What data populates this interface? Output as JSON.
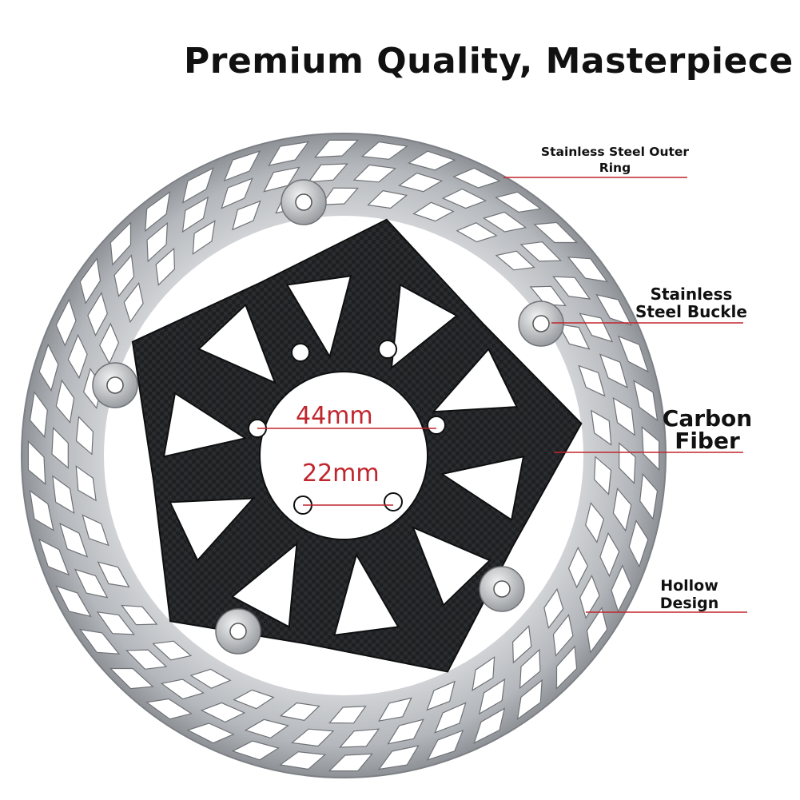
{
  "title": "Premium Quality, Masterpiece",
  "labels": {
    "outer_ring_line1": "Stainless Steel Outer",
    "outer_ring_line2": "Ring",
    "buckle_line1": "Stainless",
    "buckle_line2": "Steel Buckle",
    "carbon_line1": "Carbon",
    "carbon_line2": "Fiber",
    "hollow_line1": "Hollow",
    "hollow_line2": "Design"
  },
  "dimensions": {
    "outer_pcd": "44mm",
    "inner_pcd": "22mm"
  },
  "colors": {
    "accent_line": "#c0262d",
    "steel": "#b9bcc0",
    "carbon": "#1c1d1f"
  }
}
